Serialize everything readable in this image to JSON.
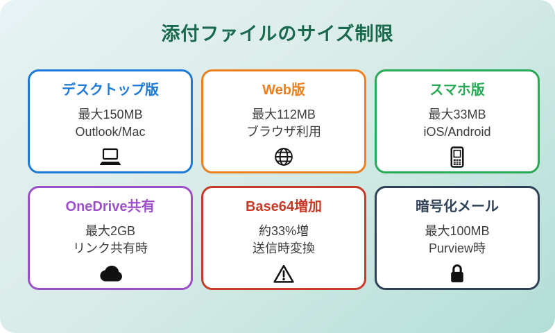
{
  "page": {
    "title": "添付ファイルのサイズ制限",
    "title_color": "#19694e",
    "background_gradient_start": "#e7f3f4",
    "background_gradient_end": "#b3ded7",
    "card_background": "#ffffff",
    "body_text_color": "#3d3d3d",
    "icon_color": "#111111"
  },
  "cards": [
    {
      "title": "デスクトップ版",
      "limit": "最大150MB",
      "context": "Outlook/Mac",
      "icon": "laptop-icon",
      "accent_color": "#1e7ad4"
    },
    {
      "title": "Web版",
      "limit": "最大112MB",
      "context": "ブラウザ利用",
      "icon": "globe-icon",
      "accent_color": "#ea811f"
    },
    {
      "title": "スマホ版",
      "limit": "最大33MB",
      "context": "iOS/Android",
      "icon": "mobile-phone-icon",
      "accent_color": "#29a956"
    },
    {
      "title": "OneDrive共有",
      "limit": "最大2GB",
      "context": "リンク共有時",
      "icon": "cloud-icon",
      "accent_color": "#9b4fc8"
    },
    {
      "title": "Base64増加",
      "limit": "約33%増",
      "context": "送信時変換",
      "icon": "warning-icon",
      "accent_color": "#c63a28"
    },
    {
      "title": "暗号化メール",
      "limit": "最大100MB",
      "context": "Purview時",
      "icon": "lock-icon",
      "accent_color": "#2f4157"
    }
  ]
}
